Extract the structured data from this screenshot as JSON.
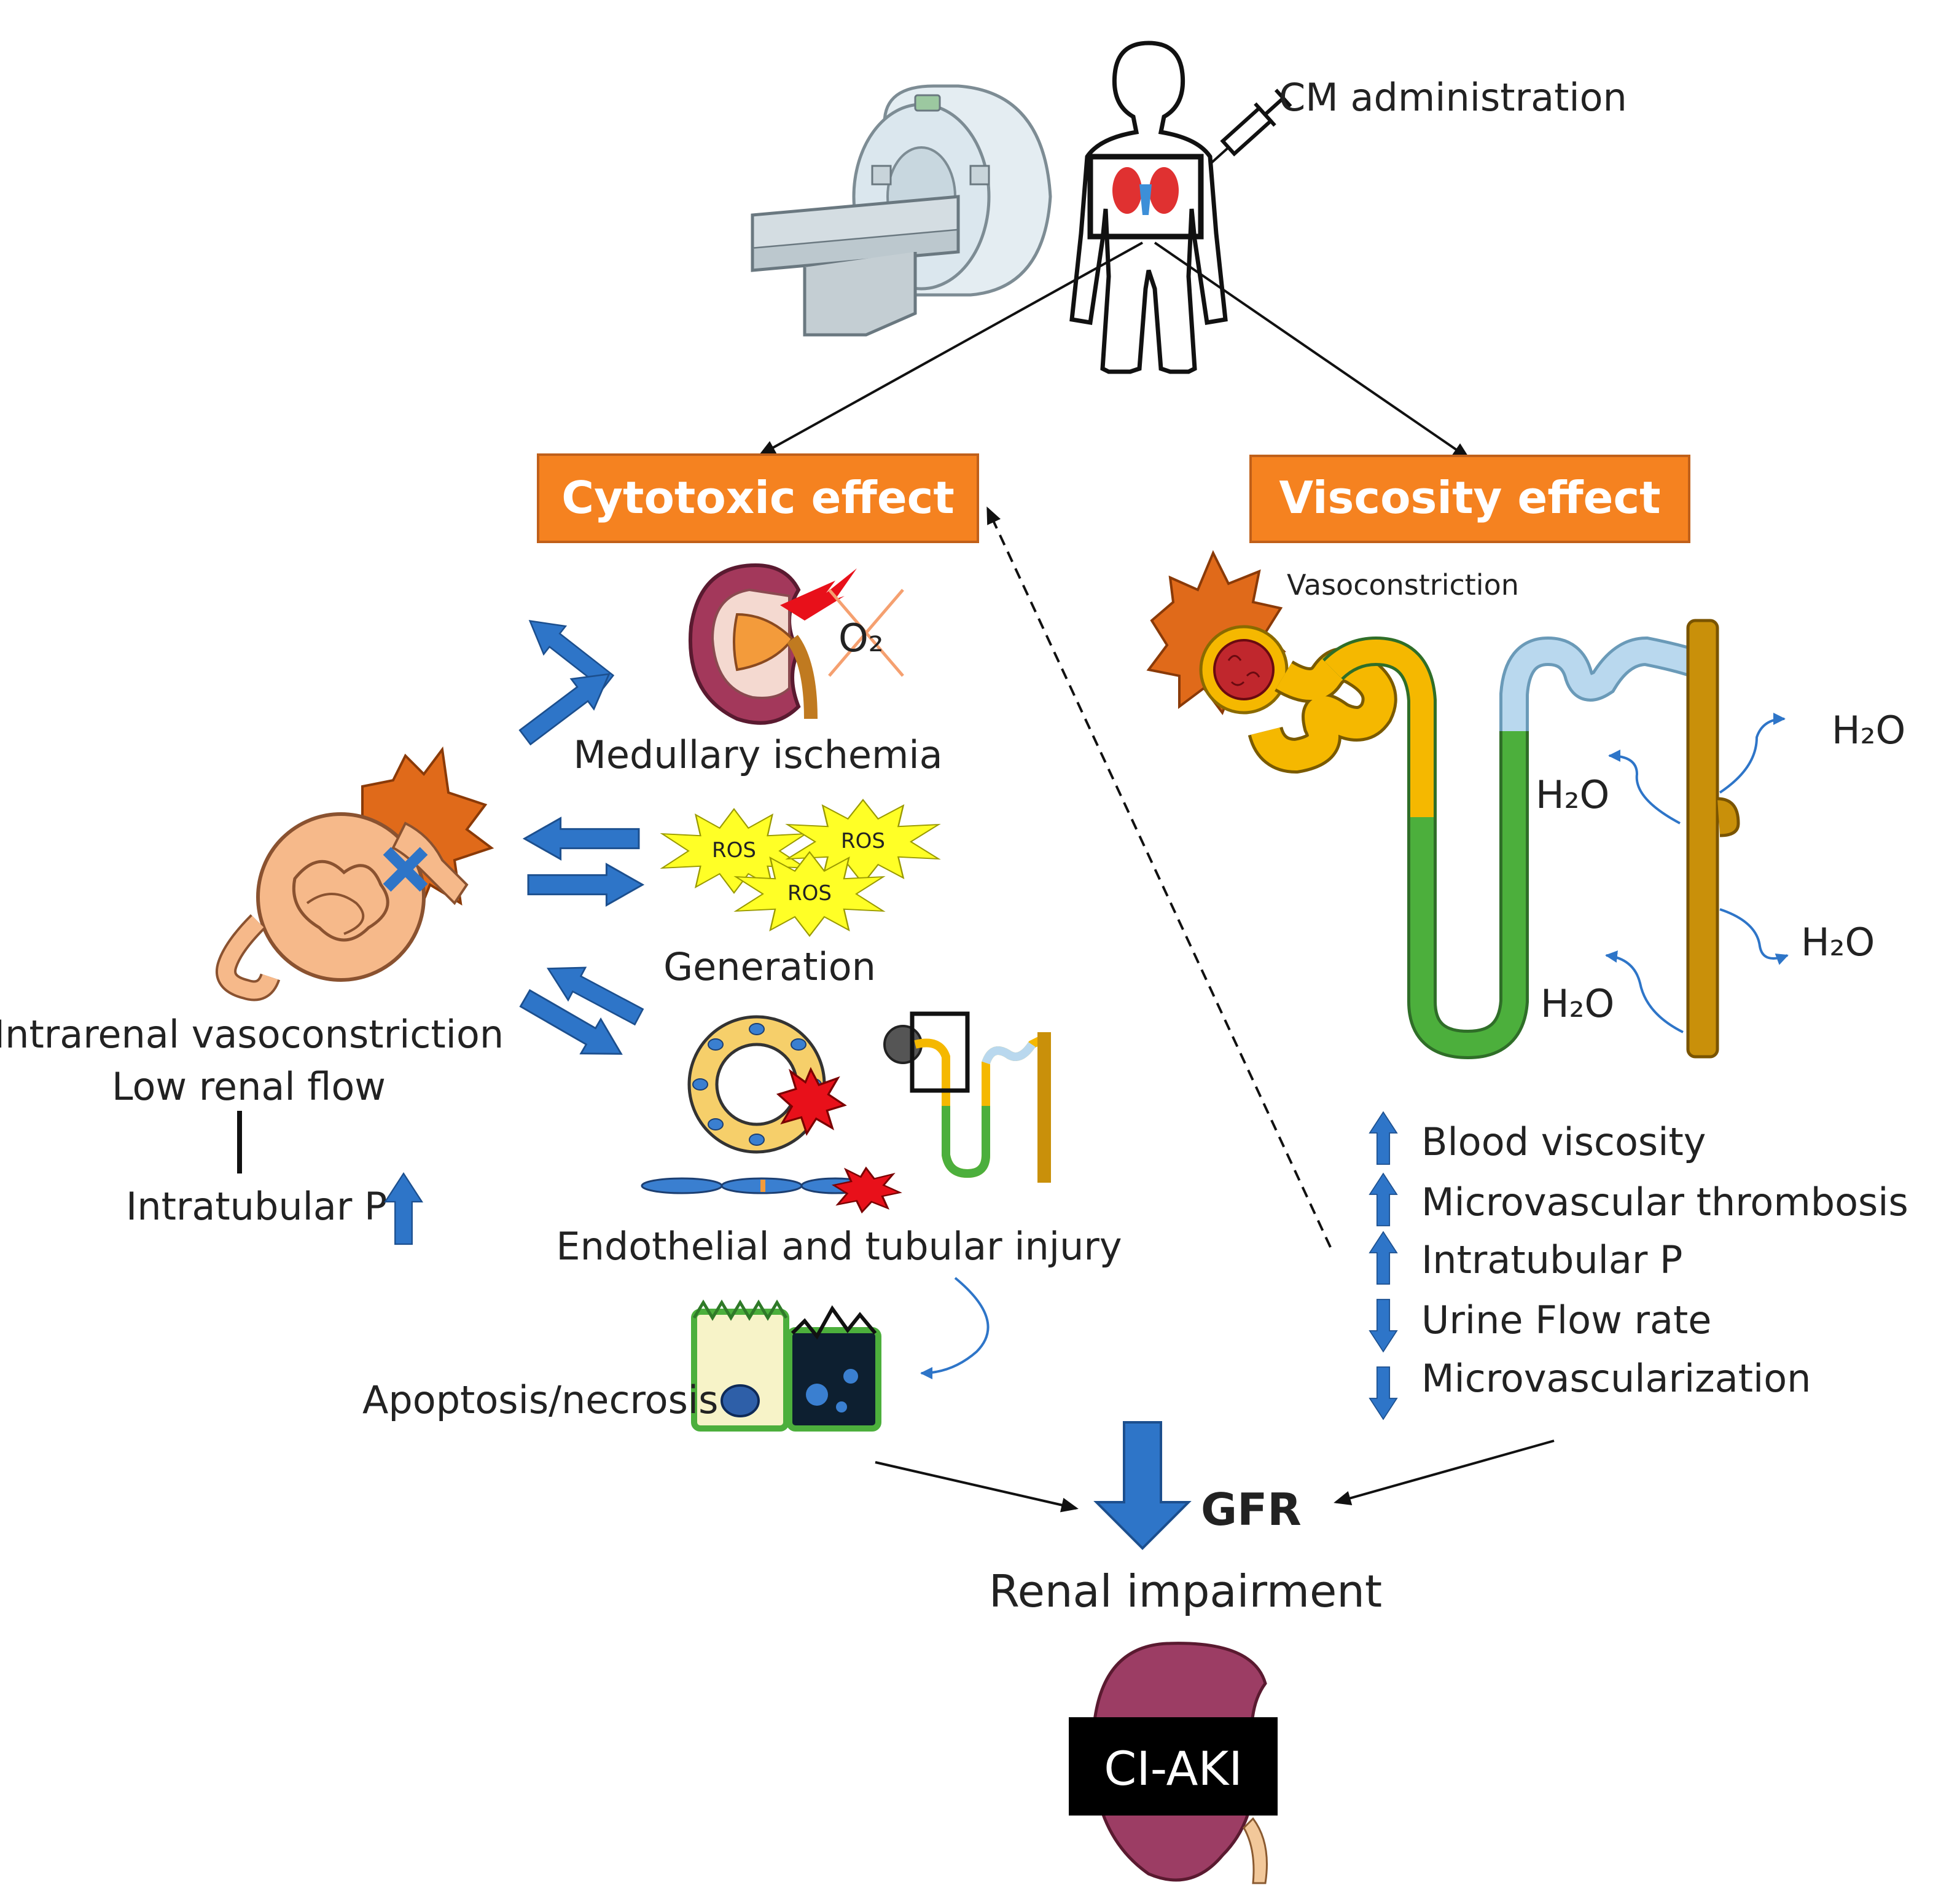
{
  "top": {
    "cm_administration": "CM administration"
  },
  "branches": {
    "cytotoxic": "Cytotoxic effect",
    "viscosity": "Viscosity effect",
    "box_color": "#f58220"
  },
  "cytotoxic": {
    "medullary_ischemia": "Medullary ischemia",
    "o2": "O₂",
    "ros_label": "ROS",
    "generation": "Generation",
    "endothelial_injury": "Endothelial and tubular injury",
    "apoptosis": "Apoptosis/necrosis",
    "vasoconstriction_line1": "Intrarenal vasoconstriction",
    "vasoconstriction_line2": "Low renal flow",
    "intratubular_p": "Intratubular P"
  },
  "viscosity": {
    "vasoconstriction": "Vasoconstriction",
    "h2o": "H₂O",
    "effects": [
      {
        "direction": "up",
        "label": "Blood viscosity"
      },
      {
        "direction": "up",
        "label": "Microvascular thrombosis"
      },
      {
        "direction": "up",
        "label": "Intratubular P"
      },
      {
        "direction": "down",
        "label": "Urine Flow rate"
      },
      {
        "direction": "down",
        "label": "Microvascularization"
      }
    ]
  },
  "outcome": {
    "gfr": "GFR",
    "renal_impairment": "Renal impairment",
    "ci_aki": "CI-AKI"
  },
  "colors": {
    "arrow_blue": "#2e75c8",
    "tubule_yellow": "#f5b800",
    "tubule_green": "#4caf3c",
    "tubule_lightblue": "#b9d8ee",
    "duct_gold": "#c9900a",
    "kidney_purple": "#9c3d64"
  }
}
